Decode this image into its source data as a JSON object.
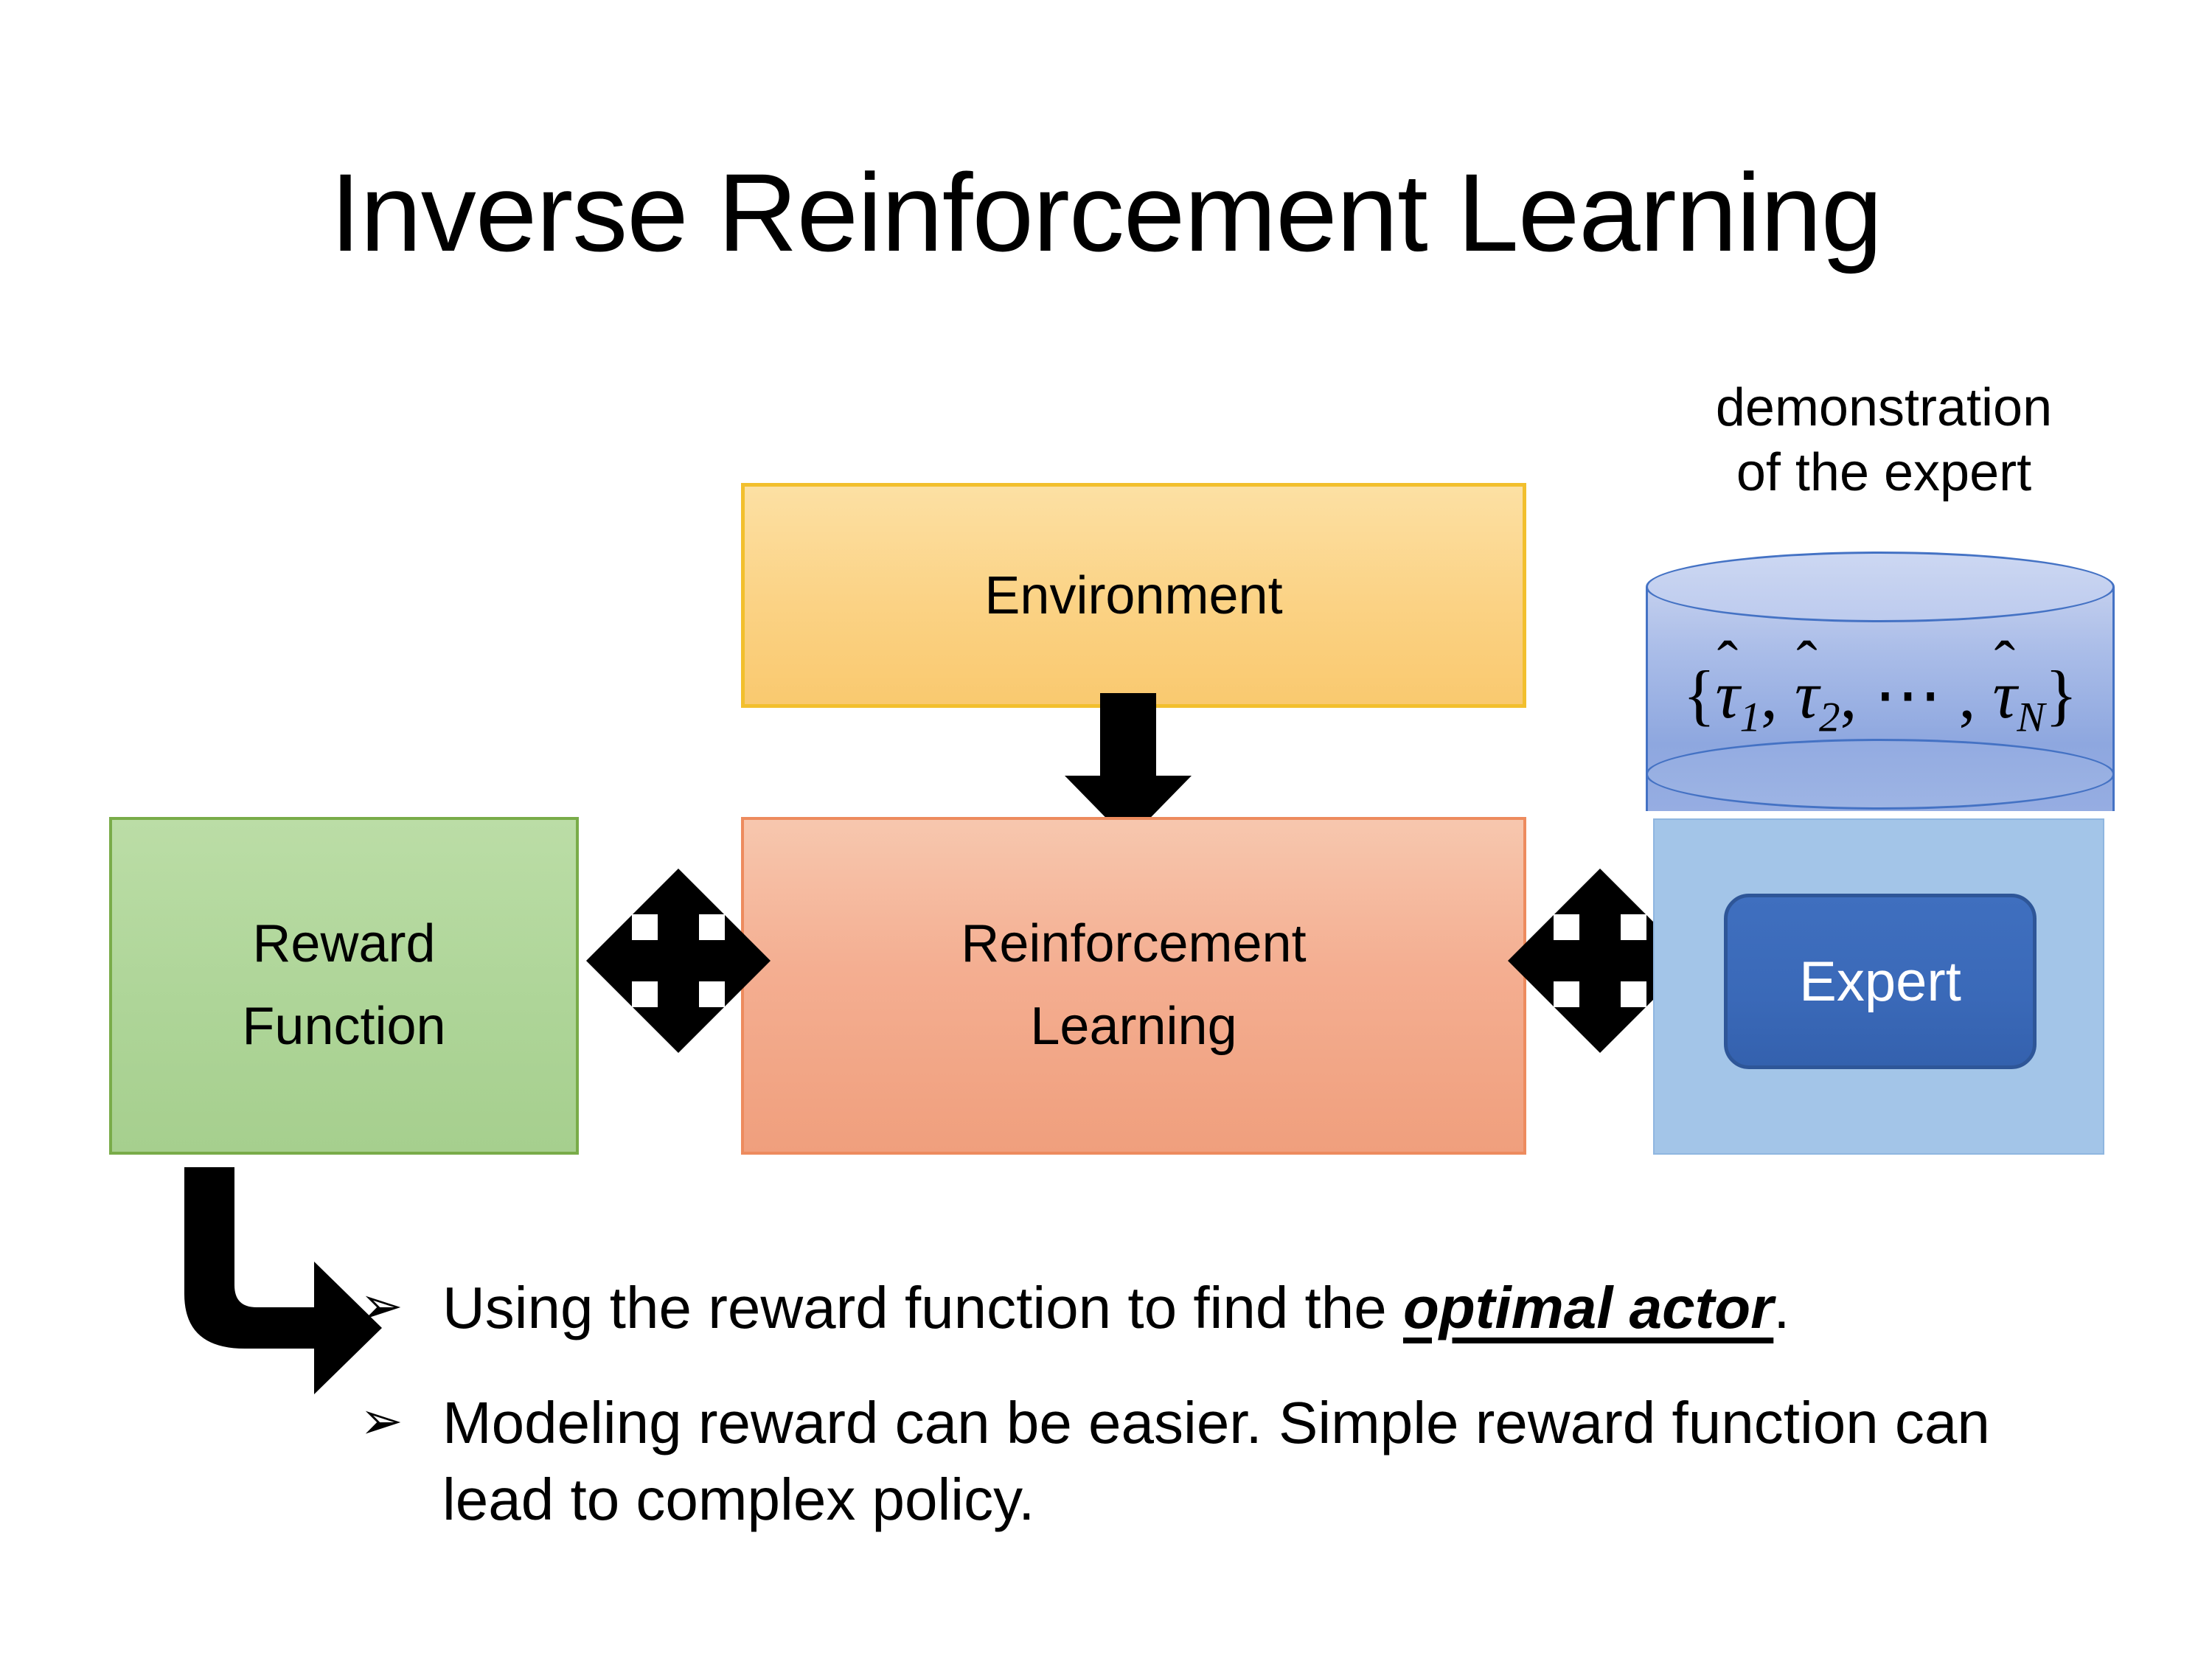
{
  "slide": {
    "title": "Inverse Reinforcement Learning"
  },
  "diagram": {
    "environment_box": {
      "label": "Environment",
      "fill": "#FBD284",
      "border": "#F2BF2D"
    },
    "reinforcement_learning_box": {
      "label_line1": "Reinforcement",
      "label_line2": "Learning",
      "fill": "#F4AE91",
      "border": "#ED8B5E"
    },
    "reward_function_box": {
      "label_line1": "Reward",
      "label_line2": "Function",
      "fill": "#AED598",
      "border": "#79AC49"
    },
    "expert_panel": {
      "fill": "#A3C5E8"
    },
    "expert_button": {
      "label": "Expert",
      "fill": "#3A69B8",
      "border": "#2E5698",
      "text_color": "#FFFFFF"
    },
    "demonstration_cylinder": {
      "caption_line1": "demonstration",
      "caption_line2": "of the expert",
      "formula": {
        "open_brace": "{",
        "symbol": "τ",
        "hat": "̂",
        "items": [
          "1",
          "2"
        ],
        "ellipsis": "⋯",
        "last_subscript": "N",
        "close_brace": "}",
        "plain": "{τ̂1, τ̂2, ⋯, τ̂N}"
      },
      "fill": "#A9BCE8",
      "border": "#4472C4"
    },
    "arrows": {
      "environment_to_rl": "down-arrow",
      "reward_to_rl": "left-right-up-down-arrow",
      "rl_to_expert": "left-right-up-down-arrow",
      "reward_to_bullets": "bent-right-arrow",
      "color": "#000000"
    }
  },
  "bullets": {
    "marker": "➢",
    "items": [
      {
        "prefix": "Using the reward function to find the ",
        "emphasis": "optimal actor",
        "suffix": ".",
        "full_text": "Using the reward function to find the optimal actor."
      },
      {
        "prefix": "Modeling reward can be easier. Simple reward function can lead to complex policy.",
        "emphasis": "",
        "suffix": "",
        "full_text": "Modeling reward can be easier. Simple reward function can lead to complex policy."
      }
    ]
  }
}
